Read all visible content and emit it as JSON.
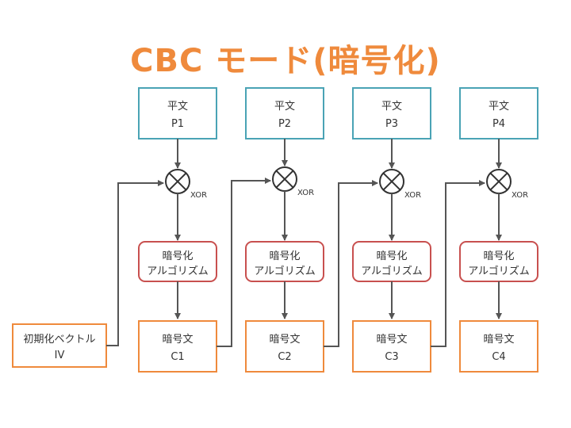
{
  "title": "CBC モード(暗号化)",
  "colors": {
    "title": "#ef8a3c",
    "plaintext_border": "#4aa3b5",
    "cipher_border": "#c8504f",
    "ciphertext_border": "#ef8a3c",
    "arrow": "#555555"
  },
  "iv": {
    "line1": "初期化ベクトル",
    "line2": "IV"
  },
  "xor_label": "XOR",
  "blocks": [
    {
      "plain": {
        "line1": "平文",
        "line2": "P1"
      },
      "cipher": {
        "line1": "暗号化",
        "line2": "アルゴリズム"
      },
      "out": {
        "line1": "暗号文",
        "line2": "C1"
      }
    },
    {
      "plain": {
        "line1": "平文",
        "line2": "P2"
      },
      "cipher": {
        "line1": "暗号化",
        "line2": "アルゴリズム"
      },
      "out": {
        "line1": "暗号文",
        "line2": "C2"
      }
    },
    {
      "plain": {
        "line1": "平文",
        "line2": "P3"
      },
      "cipher": {
        "line1": "暗号化",
        "line2": "アルゴリズム"
      },
      "out": {
        "line1": "暗号文",
        "line2": "C3"
      }
    },
    {
      "plain": {
        "line1": "平文",
        "line2": "P4"
      },
      "cipher": {
        "line1": "暗号化",
        "line2": "アルゴリズム"
      },
      "out": {
        "line1": "暗号文",
        "line2": "C4"
      }
    }
  ]
}
